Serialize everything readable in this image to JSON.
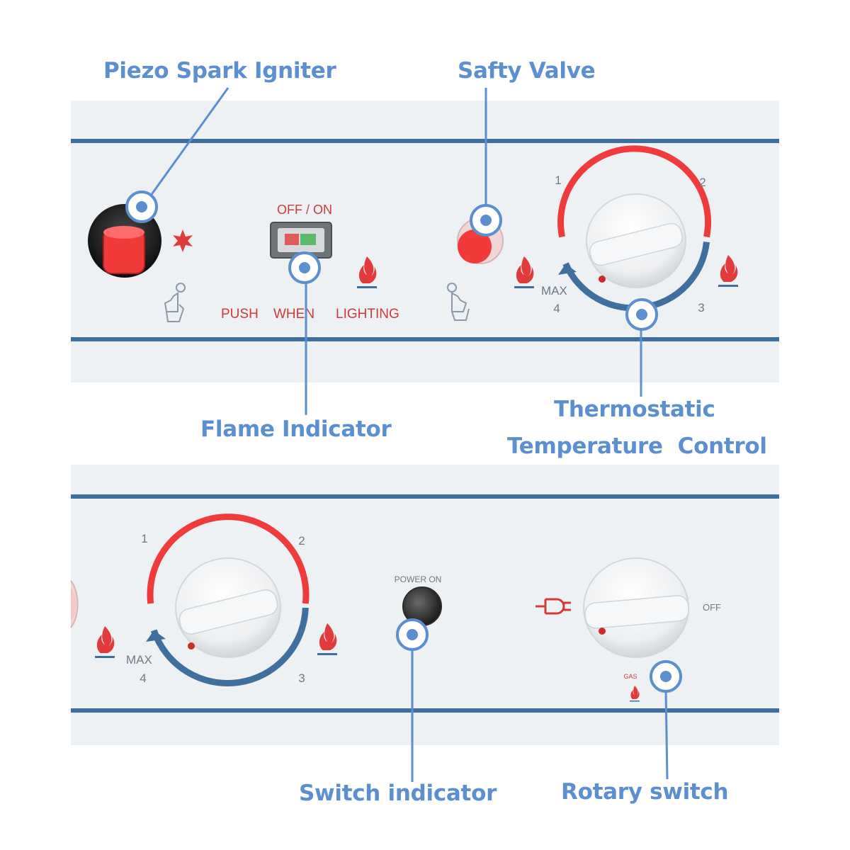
{
  "callouts": {
    "piezo_spark_igniter": "Piezo Spark Igniter",
    "safety_valve": "Safty Valve",
    "flame_indicator": "Flame Indicator",
    "thermostatic_line1": "Thermostatic",
    "thermostatic_line2": "Temperature  Control",
    "switch_indicator": "Switch indicator",
    "rotary_switch": "Rotary switch"
  },
  "top_panel": {
    "flame_indicator_label": "OFF / ON",
    "instruction_push": "PUSH",
    "instruction_when": "WHEN",
    "instruction_lighting": "LIGHTING",
    "dial_numbers": [
      "1",
      "2",
      "3",
      "4"
    ],
    "max_label": "MAX"
  },
  "bottom_panel": {
    "dial_numbers": [
      "1",
      "2",
      "3",
      "4"
    ],
    "max_label": "MAX",
    "power_on_label": "POWER ON",
    "off_label": "OFF",
    "gas_label": "GAS"
  },
  "colors": {
    "callout_blue": "#5b8fd0",
    "panel_stripe": "#3f6f9c",
    "dial_red": "#ef3b3b",
    "dial_blue": "#3e6f9e",
    "panel_bg": "#eef1f4"
  },
  "icons": [
    "spark-star-icon",
    "pointing-hand-icon",
    "flame-icon",
    "plug-icon",
    "target-marker-icon"
  ]
}
